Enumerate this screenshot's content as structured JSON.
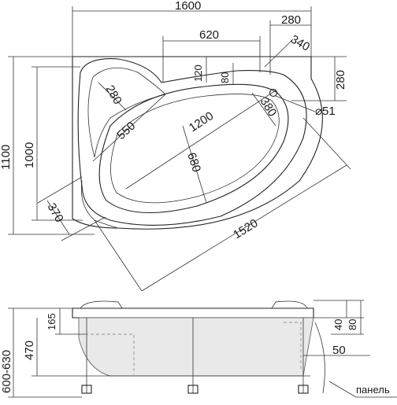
{
  "top_view": {
    "overall_width": "1600",
    "corner_width": "280",
    "headrest_width": "620",
    "side_depth": "340",
    "depth_120": "120",
    "depth_80": "80",
    "right_depth": "280",
    "headrest_radius": "280",
    "drain_offset": "380",
    "drain_diameter": "⌀51",
    "overall_depth": "1100",
    "side_length": "1000",
    "bowl_width": "550",
    "bowl_length": "1200",
    "bowl_depth": "680",
    "front_length": "1520",
    "corner_bevel": "370"
  },
  "side_view": {
    "height_total": "600-630",
    "height_body": "470",
    "height_panel": "165",
    "rim_40": "40",
    "rim_80": "80",
    "offset_50": "50",
    "panel_label": "панель"
  }
}
